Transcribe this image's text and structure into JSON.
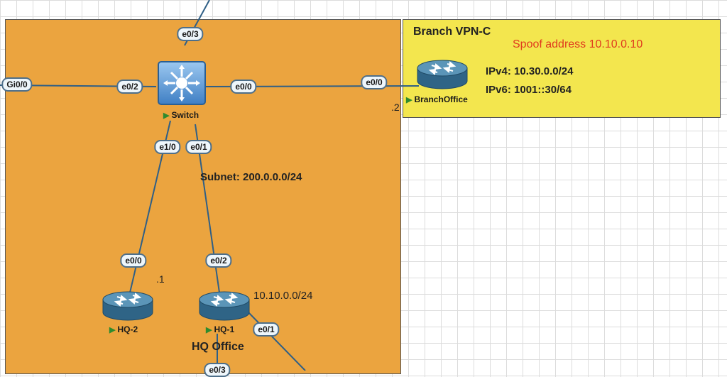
{
  "zones": {
    "hq": {
      "title": "HQ Office"
    },
    "branch": {
      "title": "Branch VPN-C",
      "spoof": "Spoof address 10.10.0.10",
      "ipv4": "IPv4: 10.30.0.0/24",
      "ipv6": "IPv6: 1001::30/64"
    }
  },
  "devices": {
    "switch": {
      "name": "Switch"
    },
    "branch_office": {
      "name": "BranchOffice"
    },
    "hq2": {
      "name": "HQ-2"
    },
    "hq1": {
      "name": "HQ-1"
    }
  },
  "ports": {
    "gi0_0": "Gi0/0",
    "sw_e0_2": "e0/2",
    "sw_e0_3": "e0/3",
    "sw_e0_0": "e0/0",
    "br_e0_0": "e0/0",
    "sw_e1_0": "e1/0",
    "sw_e0_1": "e0/1",
    "hq2_e0_0": "e0/0",
    "hq1_e0_2": "e0/2",
    "hq1_e0_1": "e0/1",
    "bottom_partial": "e0/3"
  },
  "annotations": {
    "subnet": "Subnet: 200.0.0.0/24",
    "hq1_subnet": "10.10.0.0/24",
    "host_dot1": ".1",
    "host_dot2": ".2"
  },
  "colors": {
    "hq_zone": "#eba43f",
    "branch_zone": "#f3e64e",
    "spoof_text": "#e03a1e",
    "router_body": "#3a6f8f",
    "switch_body": "#4f8fd0"
  }
}
